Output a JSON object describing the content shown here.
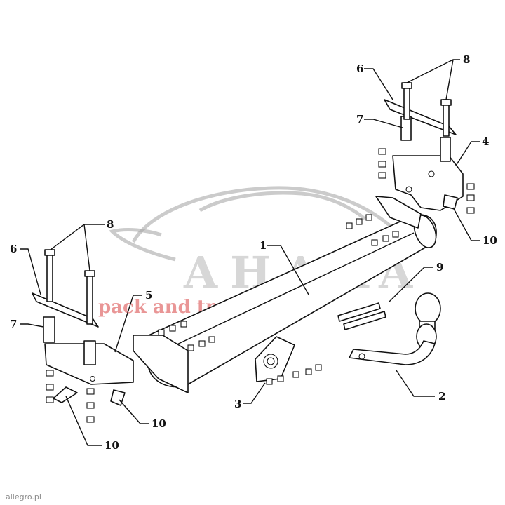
{
  "diagram": {
    "callouts": [
      "1",
      "2",
      "3",
      "4",
      "5",
      "6",
      "6",
      "7",
      "7",
      "8",
      "8",
      "9",
      "10",
      "10",
      "10"
    ]
  },
  "watermark": {
    "brand": "AHAKA",
    "tagline": "pack and travel",
    "color": "#b7b7b7",
    "tagline_color": "#e06a6a"
  },
  "credit": "allegro.pl"
}
